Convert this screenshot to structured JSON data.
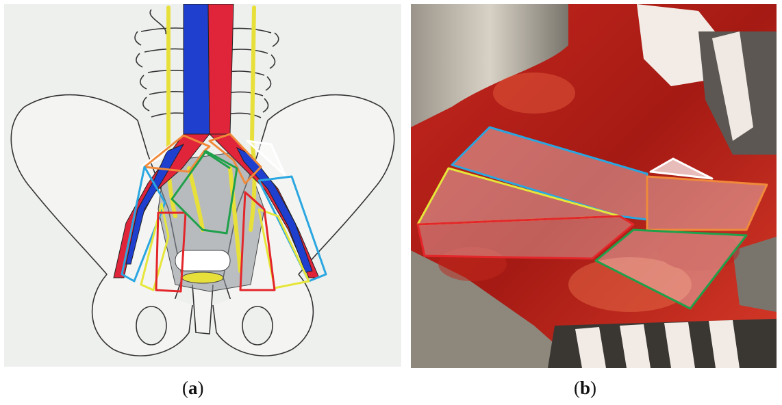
{
  "figure": {
    "panels": [
      {
        "id": "a",
        "kind": "anatomical-drawing",
        "caption_open": "(",
        "caption_letter": "a",
        "caption_close": ")"
      },
      {
        "id": "b",
        "kind": "intraoperative-photograph",
        "caption_open": "(",
        "caption_letter": "b",
        "caption_close": ")"
      }
    ],
    "colors": {
      "aorta_red": "#e0253a",
      "vena_cava_blue": "#1f3fcf",
      "nerve_yellow": "#e8e03a",
      "region_blue_outline": "#2aa6e0",
      "region_yellow_outline": "#e6e63a",
      "region_red_outline": "#e3262a",
      "region_green_outline": "#1fa04a",
      "region_orange_outline": "#f08a3a",
      "region_white_outline": "#ffffff",
      "overlay_fill_gray": "#8a8f98",
      "overlay_fill_white": "#ffffff"
    }
  }
}
